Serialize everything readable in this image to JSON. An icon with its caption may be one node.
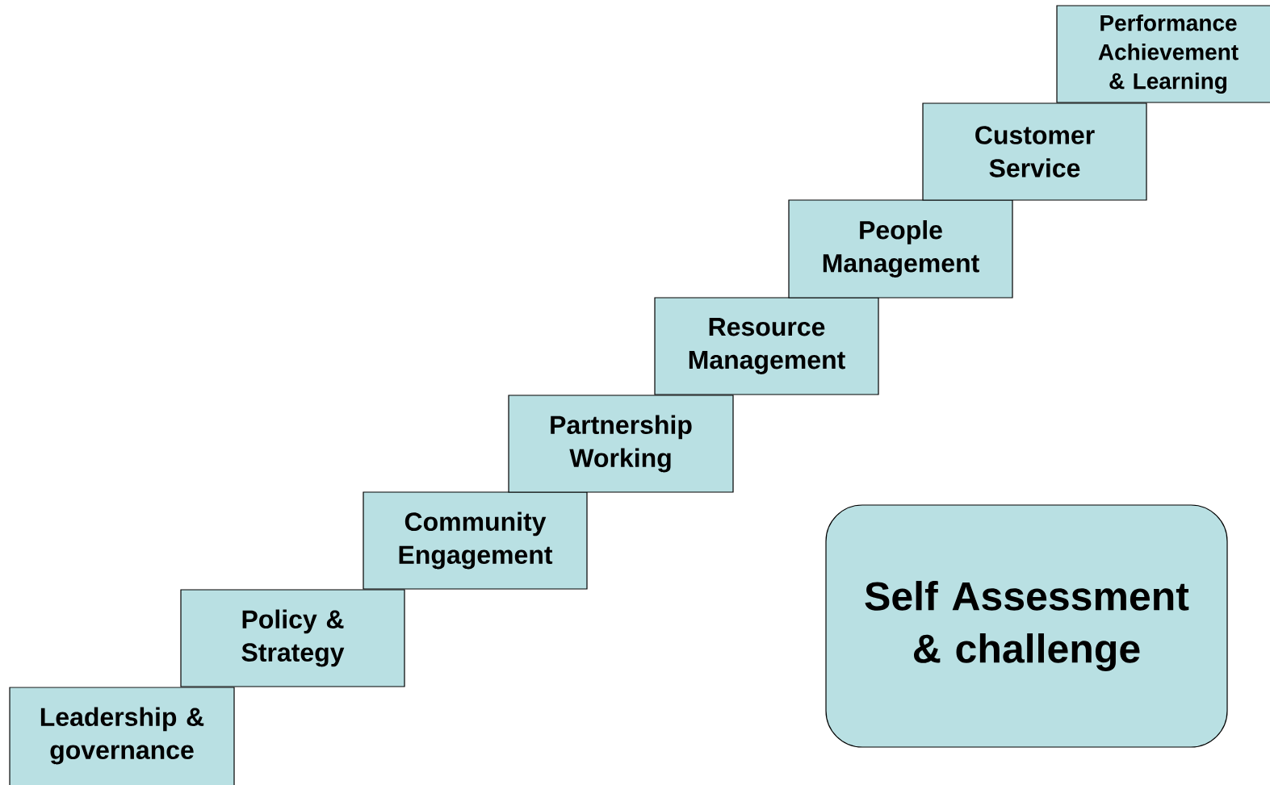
{
  "diagram": {
    "nodes": [
      {
        "text": [
          "Leadership & governance"
        ]
      },
      {
        "text": [
          "Policy & Strategy"
        ]
      },
      {
        "text": [
          "Community Engagement"
        ]
      },
      {
        "text": [
          "Partnership Working"
        ]
      },
      {
        "text": [
          "Resource Management"
        ]
      },
      {
        "text": [
          "People Management"
        ]
      },
      {
        "text": [
          "Customer Service"
        ]
      },
      {
        "text": [
          "Performance Achievement & Learning"
        ]
      },
      {
        "text": [
          "Self Assessment & challenge"
        ]
      }
    ]
  }
}
